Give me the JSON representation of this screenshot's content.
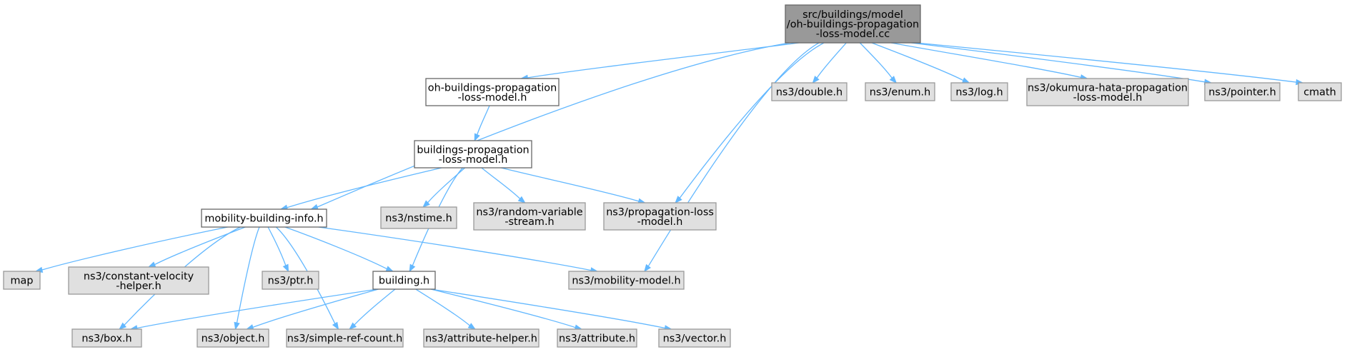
{
  "colors": {
    "root_fill": "#999999",
    "root_border": "#666666",
    "internal_fill": "#ffffff",
    "internal_border": "#666666",
    "external_fill": "#e0e0e0",
    "external_border": "#999999",
    "edge": "#63b8ff"
  },
  "nodes": [
    {
      "id": "root",
      "kind": "root",
      "lines": [
        "src/buildings/model",
        "/oh-buildings-propagation",
        "-loss-model.cc"
      ]
    },
    {
      "id": "oh_h",
      "kind": "internal",
      "lines": [
        "oh-buildings-propagation",
        "-loss-model.h"
      ]
    },
    {
      "id": "bpl_h",
      "kind": "internal",
      "lines": [
        "buildings-propagation",
        "-loss-model.h"
      ]
    },
    {
      "id": "mbi_h",
      "kind": "internal",
      "lines": [
        "mobility-building-info.h"
      ]
    },
    {
      "id": "building_h",
      "kind": "internal",
      "lines": [
        "building.h"
      ]
    },
    {
      "id": "double_h",
      "kind": "external",
      "lines": [
        "ns3/double.h"
      ]
    },
    {
      "id": "enum_h",
      "kind": "external",
      "lines": [
        "ns3/enum.h"
      ]
    },
    {
      "id": "log_h",
      "kind": "external",
      "lines": [
        "ns3/log.h"
      ]
    },
    {
      "id": "okumura_h",
      "kind": "external",
      "lines": [
        "ns3/okumura-hata-propagation",
        "-loss-model.h"
      ]
    },
    {
      "id": "pointer_h",
      "kind": "external",
      "lines": [
        "ns3/pointer.h"
      ]
    },
    {
      "id": "cmath",
      "kind": "external",
      "lines": [
        "cmath"
      ]
    },
    {
      "id": "nstime_h",
      "kind": "external",
      "lines": [
        "ns3/nstime.h"
      ]
    },
    {
      "id": "rvs_h",
      "kind": "external",
      "lines": [
        "ns3/random-variable",
        "-stream.h"
      ]
    },
    {
      "id": "plm_h",
      "kind": "external",
      "lines": [
        "ns3/propagation-loss",
        "-model.h"
      ]
    },
    {
      "id": "map",
      "kind": "external",
      "lines": [
        "map"
      ]
    },
    {
      "id": "cvh_h",
      "kind": "external",
      "lines": [
        "ns3/constant-velocity",
        "-helper.h"
      ]
    },
    {
      "id": "ptr_h",
      "kind": "external",
      "lines": [
        "ns3/ptr.h"
      ]
    },
    {
      "id": "mm_h",
      "kind": "external",
      "lines": [
        "ns3/mobility-model.h"
      ]
    },
    {
      "id": "box_h",
      "kind": "external",
      "lines": [
        "ns3/box.h"
      ]
    },
    {
      "id": "object_h",
      "kind": "external",
      "lines": [
        "ns3/object.h"
      ]
    },
    {
      "id": "src_h",
      "kind": "external",
      "lines": [
        "ns3/simple-ref-count.h"
      ]
    },
    {
      "id": "ah_h",
      "kind": "external",
      "lines": [
        "ns3/attribute-helper.h"
      ]
    },
    {
      "id": "attr_h",
      "kind": "external",
      "lines": [
        "ns3/attribute.h"
      ]
    },
    {
      "id": "vector_h",
      "kind": "external",
      "lines": [
        "ns3/vector.h"
      ]
    }
  ],
  "edges": [
    [
      "root",
      "oh_h"
    ],
    [
      "root",
      "mbi_h"
    ],
    [
      "root",
      "plm_h"
    ],
    [
      "root",
      "mm_h"
    ],
    [
      "root",
      "double_h"
    ],
    [
      "root",
      "enum_h"
    ],
    [
      "root",
      "log_h"
    ],
    [
      "root",
      "okumura_h"
    ],
    [
      "root",
      "pointer_h"
    ],
    [
      "root",
      "cmath"
    ],
    [
      "oh_h",
      "bpl_h"
    ],
    [
      "bpl_h",
      "mbi_h"
    ],
    [
      "bpl_h",
      "building_h"
    ],
    [
      "bpl_h",
      "nstime_h"
    ],
    [
      "bpl_h",
      "rvs_h"
    ],
    [
      "bpl_h",
      "plm_h"
    ],
    [
      "mbi_h",
      "map"
    ],
    [
      "mbi_h",
      "box_h"
    ],
    [
      "mbi_h",
      "cvh_h"
    ],
    [
      "mbi_h",
      "object_h"
    ],
    [
      "mbi_h",
      "ptr_h"
    ],
    [
      "mbi_h",
      "src_h"
    ],
    [
      "mbi_h",
      "building_h"
    ],
    [
      "mbi_h",
      "mm_h"
    ],
    [
      "building_h",
      "box_h"
    ],
    [
      "building_h",
      "object_h"
    ],
    [
      "building_h",
      "src_h"
    ],
    [
      "building_h",
      "ah_h"
    ],
    [
      "building_h",
      "attr_h"
    ],
    [
      "building_h",
      "vector_h"
    ]
  ]
}
